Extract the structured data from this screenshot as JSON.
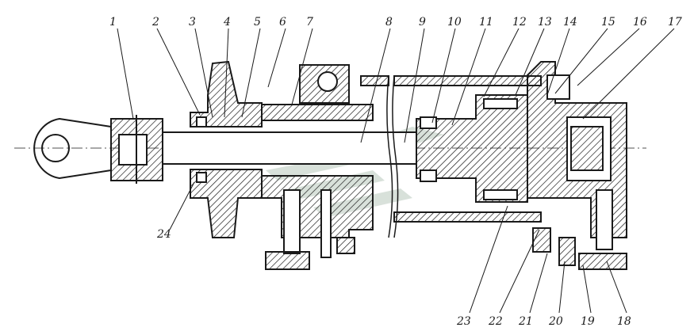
{
  "figure": {
    "type": "engineering-section-drawing",
    "callouts_top": [
      "1",
      "2",
      "3",
      "4",
      "5",
      "6",
      "7",
      "8",
      "9",
      "10",
      "11",
      "12",
      "13",
      "14",
      "15",
      "16",
      "17"
    ],
    "callouts_bottom": [
      "24",
      "23",
      "22",
      "21",
      "20",
      "19",
      "18"
    ],
    "colors": {
      "ink": "#1a1a1a",
      "paper": "#ffffff",
      "watermark": "#b9c9bd"
    }
  }
}
